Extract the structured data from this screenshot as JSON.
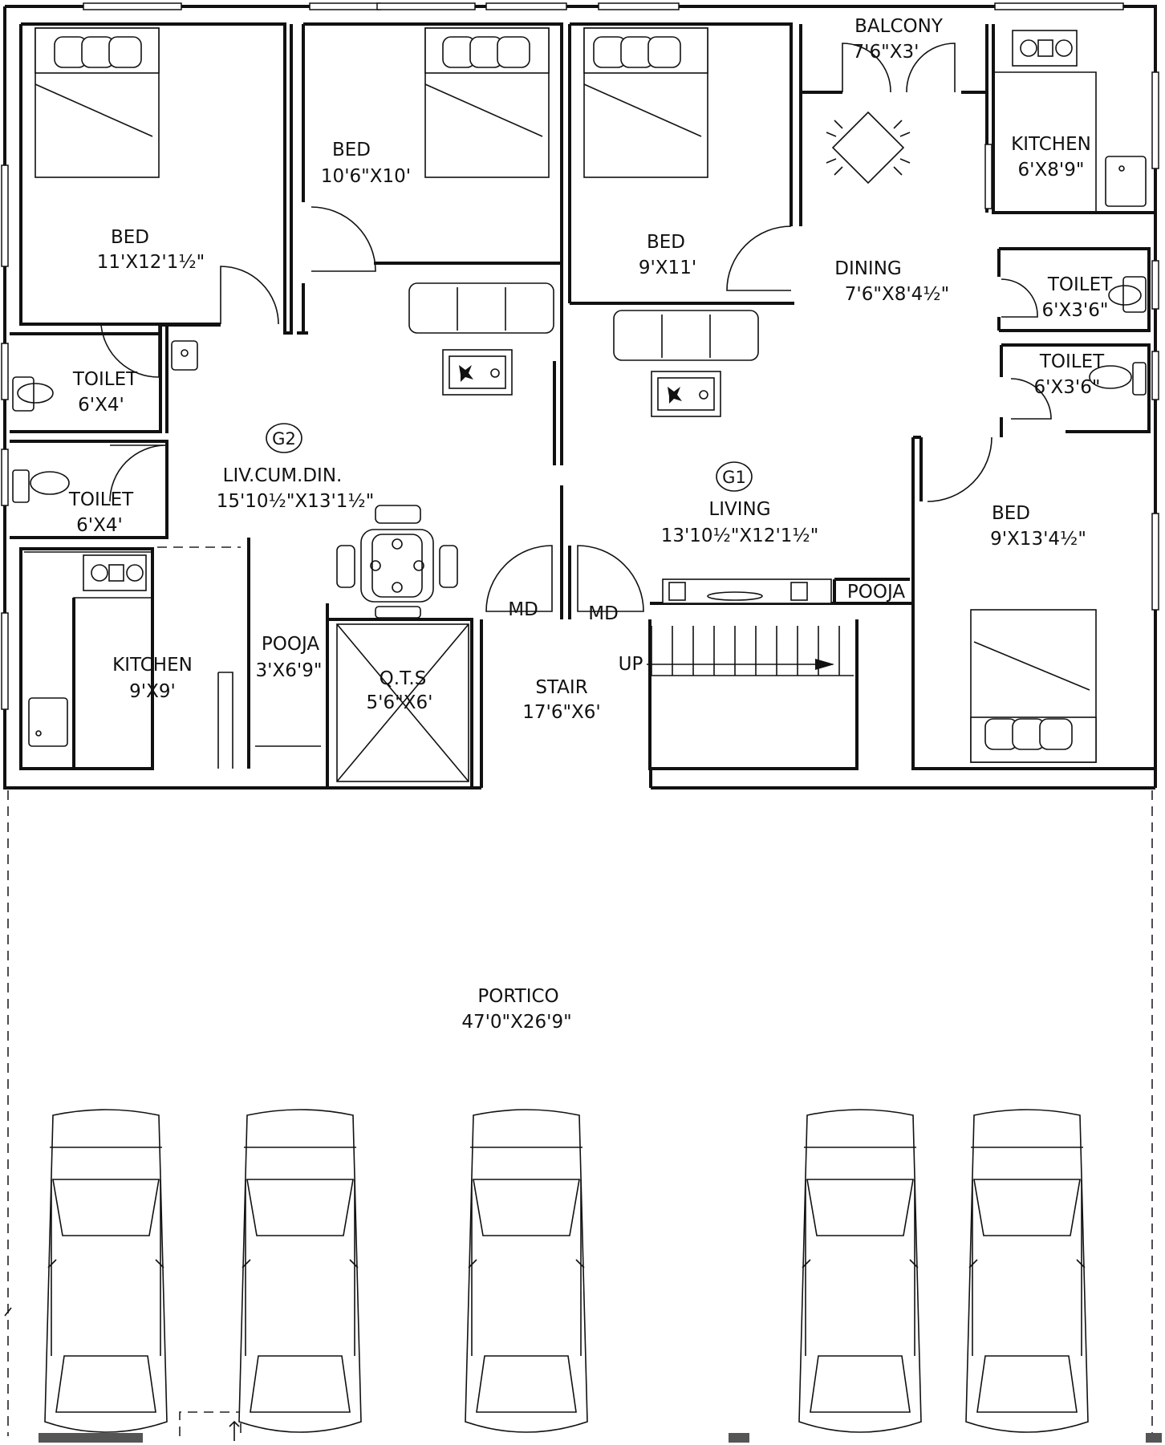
{
  "rooms": {
    "bed_nw": {
      "name": "BED",
      "size": "11'X12'1½\""
    },
    "bed_n2": {
      "name": "BED",
      "size": "10'6\"X10'"
    },
    "bed_n3": {
      "name": "BED",
      "size": "9'X11'"
    },
    "bed_e": {
      "name": "BED",
      "size": "9'X13'4½\""
    },
    "balcony": {
      "name": "BALCONY",
      "size": "7'6\"X3'"
    },
    "kitchen_ne": {
      "name": "KITCHEN",
      "size": "6'X8'9\""
    },
    "kitchen_w": {
      "name": "KITCHEN",
      "size": "9'X9'"
    },
    "toilet_w1": {
      "name": "TOILET",
      "size": "6'X4'"
    },
    "toilet_w2": {
      "name": "TOILET",
      "size": "6'X4'"
    },
    "toilet_e1": {
      "name": "TOILET",
      "size": "6'X3'6\""
    },
    "toilet_e2": {
      "name": "TOILET",
      "size": "6'X3'6\""
    },
    "dining": {
      "name": "DINING",
      "size": "7'6\"X8'4½\""
    },
    "living_g2": {
      "name": "LIV.CUM.DIN.",
      "size": "15'10½\"X13'1½\""
    },
    "living_g1": {
      "name": "LIVING",
      "size": "13'10½\"X12'1½\""
    },
    "pooja_w": {
      "name": "POOJA",
      "size": "3'X6'9\""
    },
    "pooja_e": {
      "name": "POOJA"
    },
    "qts": {
      "name": "Q.T.S",
      "size": "5'6\"X6'"
    },
    "stair": {
      "name": "STAIR",
      "size": "17'6\"X6'"
    },
    "portico": {
      "name": "PORTICO",
      "size": "47'0\"X26'9\""
    }
  },
  "unit_tags": {
    "g1": "G1",
    "g2": "G2"
  },
  "markers": {
    "md_left": "MD",
    "md_right": "MD",
    "stair_up": "UP"
  },
  "parking": {
    "car_count": 5
  }
}
